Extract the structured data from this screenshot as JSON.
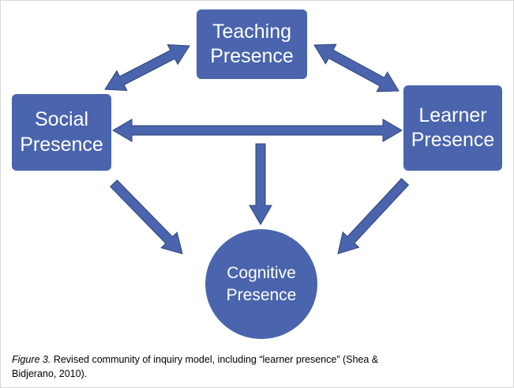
{
  "colors": {
    "node_fill": "#4a64ad",
    "arrow_fill": "#4a64ad",
    "arrow_stroke": "#2e4478",
    "text": "#ffffff"
  },
  "nodes": {
    "teaching": {
      "line1": "Teaching",
      "line2": "Presence"
    },
    "social": {
      "line1": "Social",
      "line2": "Presence"
    },
    "learner": {
      "line1": "Learner",
      "line2": "Presence"
    },
    "cognitive": {
      "line1": "Cognitive",
      "line2": "Presence"
    }
  },
  "edges": [
    {
      "from": "teaching",
      "to": "social",
      "type": "bidirectional"
    },
    {
      "from": "teaching",
      "to": "learner",
      "type": "bidirectional"
    },
    {
      "from": "social",
      "to": "learner",
      "type": "bidirectional"
    },
    {
      "from": "teaching",
      "to": "cognitive",
      "type": "directed"
    },
    {
      "from": "social",
      "to": "cognitive",
      "type": "directed"
    },
    {
      "from": "learner",
      "to": "cognitive",
      "type": "directed"
    }
  ],
  "caption": {
    "label": "Figure 3.",
    "text": " Revised community of inquiry model, including “learner presence” (Shea & Bidjerano, 2010)."
  }
}
